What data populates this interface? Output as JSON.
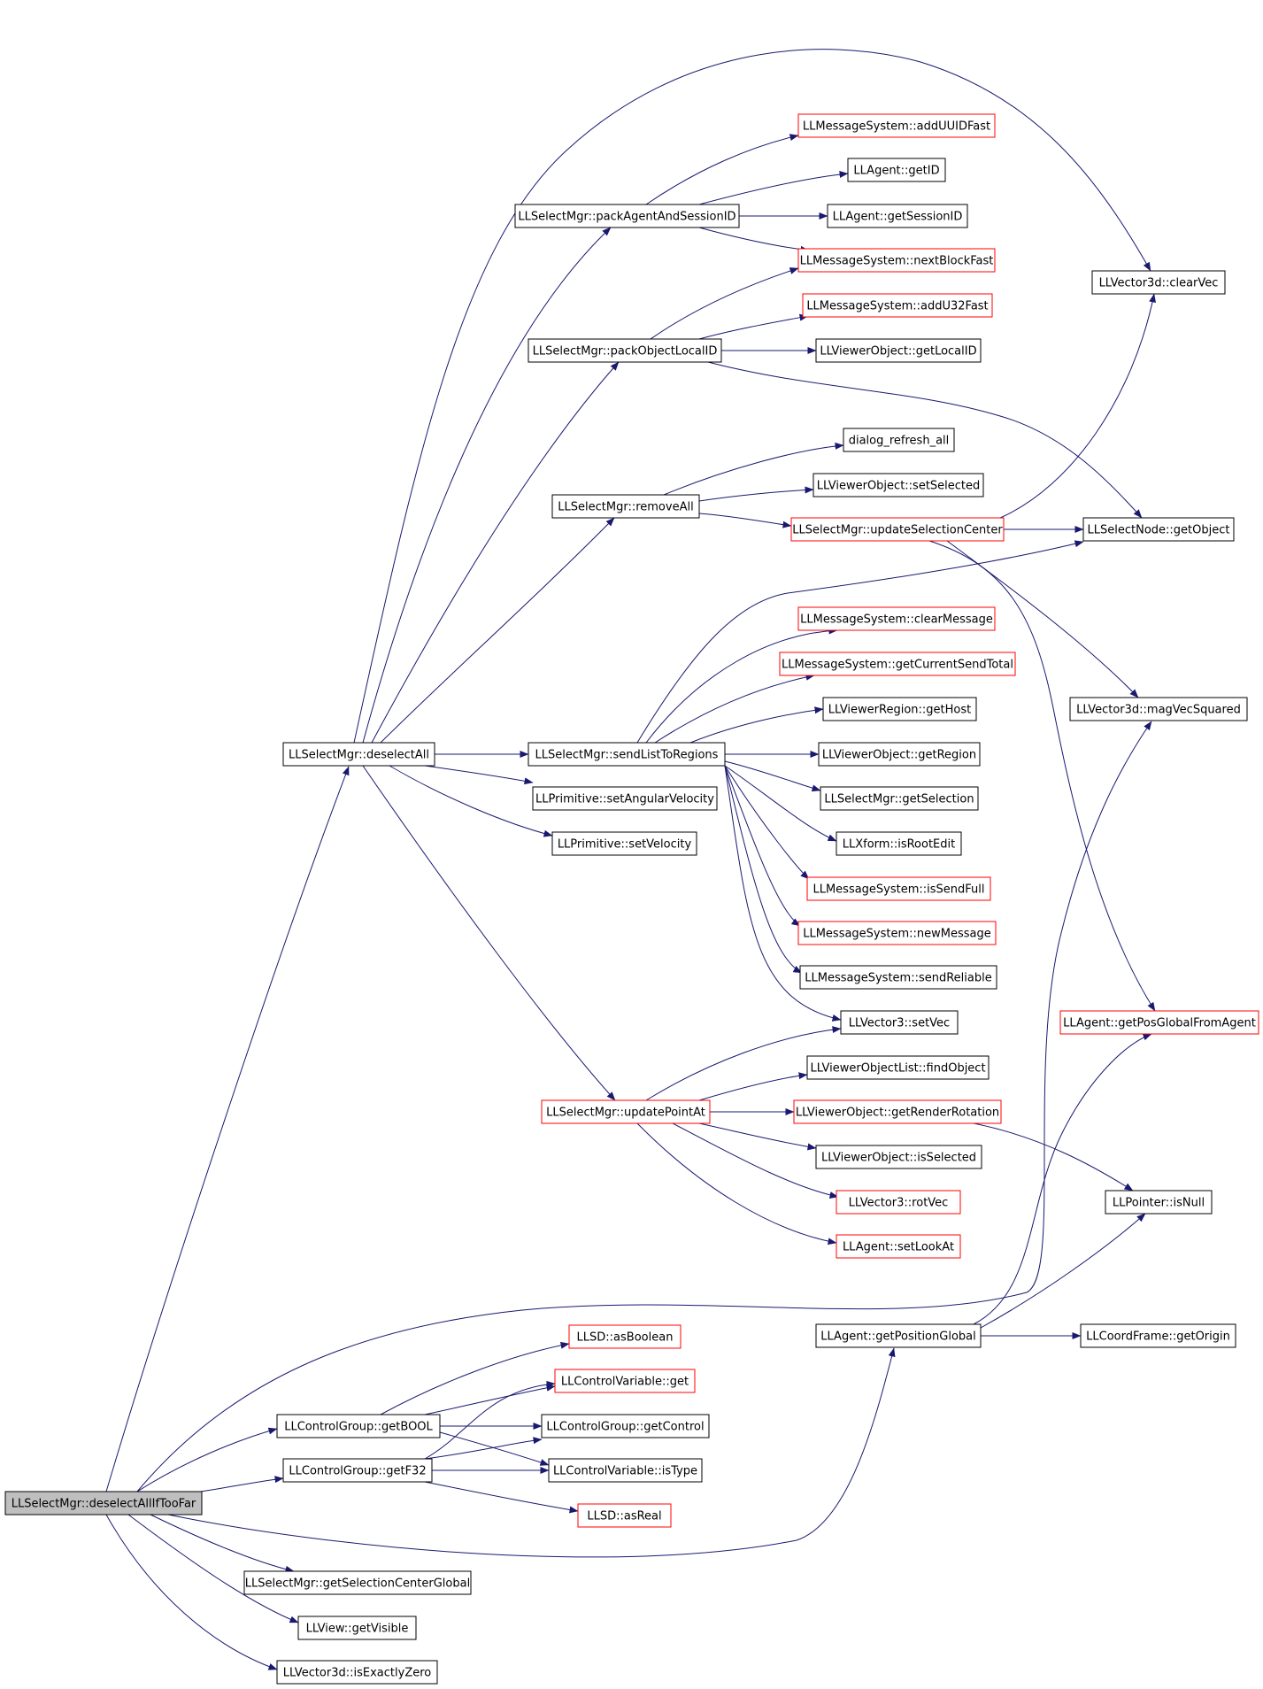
{
  "graph": {
    "colors": {
      "edge": "#191970",
      "node_border": "#000000",
      "node_border_red": "#ff0000",
      "root_fill": "#bfbfbf",
      "node_fill": "#ffffff",
      "text": "#000000"
    },
    "nodes": [
      {
        "id": "deselectAllIfTooFar",
        "label": "LLSelectMgr::deselectAllIfTooFar",
        "style": "root"
      },
      {
        "id": "deselectAll",
        "label": "LLSelectMgr::deselectAll",
        "style": "black"
      },
      {
        "id": "packAgentAndSessionID",
        "label": "LLSelectMgr::packAgentAndSessionID",
        "style": "black"
      },
      {
        "id": "packObjectLocalID",
        "label": "LLSelectMgr::packObjectLocalID",
        "style": "black"
      },
      {
        "id": "removeAll",
        "label": "LLSelectMgr::removeAll",
        "style": "black"
      },
      {
        "id": "sendListToRegions",
        "label": "LLSelectMgr::sendListToRegions",
        "style": "black"
      },
      {
        "id": "setAngularVelocity",
        "label": "LLPrimitive::setAngularVelocity",
        "style": "black"
      },
      {
        "id": "setVelocity",
        "label": "LLPrimitive::setVelocity",
        "style": "black"
      },
      {
        "id": "updatePointAt",
        "label": "LLSelectMgr::updatePointAt",
        "style": "red"
      },
      {
        "id": "addUUIDFast",
        "label": "LLMessageSystem::addUUIDFast",
        "style": "red"
      },
      {
        "id": "getID",
        "label": "LLAgent::getID",
        "style": "black"
      },
      {
        "id": "getSessionID",
        "label": "LLAgent::getSessionID",
        "style": "black"
      },
      {
        "id": "nextBlockFast",
        "label": "LLMessageSystem::nextBlockFast",
        "style": "red"
      },
      {
        "id": "addU32Fast",
        "label": "LLMessageSystem::addU32Fast",
        "style": "red"
      },
      {
        "id": "getLocalID",
        "label": "LLViewerObject::getLocalID",
        "style": "black"
      },
      {
        "id": "dialogRefreshAll",
        "label": "dialog_refresh_all",
        "style": "black"
      },
      {
        "id": "setSelected",
        "label": "LLViewerObject::setSelected",
        "style": "black"
      },
      {
        "id": "updateSelectionCenter",
        "label": "LLSelectMgr::updateSelectionCenter",
        "style": "red"
      },
      {
        "id": "clearMessage",
        "label": "LLMessageSystem::clearMessage",
        "style": "red"
      },
      {
        "id": "getCurrentSendTotal",
        "label": "LLMessageSystem::getCurrentSendTotal",
        "style": "red"
      },
      {
        "id": "getHost",
        "label": "LLViewerRegion::getHost",
        "style": "black"
      },
      {
        "id": "getRegion",
        "label": "LLViewerObject::getRegion",
        "style": "black"
      },
      {
        "id": "getSelection",
        "label": "LLSelectMgr::getSelection",
        "style": "black"
      },
      {
        "id": "isRootEdit",
        "label": "LLXform::isRootEdit",
        "style": "black"
      },
      {
        "id": "isSendFull",
        "label": "LLMessageSystem::isSendFull",
        "style": "red"
      },
      {
        "id": "newMessage",
        "label": "LLMessageSystem::newMessage",
        "style": "red"
      },
      {
        "id": "sendReliable",
        "label": "LLMessageSystem::sendReliable",
        "style": "black"
      },
      {
        "id": "setVec",
        "label": "LLVector3::setVec",
        "style": "black"
      },
      {
        "id": "findObject",
        "label": "LLViewerObjectList::findObject",
        "style": "black"
      },
      {
        "id": "getRenderRotation",
        "label": "LLViewerObject::getRenderRotation",
        "style": "red"
      },
      {
        "id": "isSelected",
        "label": "LLViewerObject::isSelected",
        "style": "black"
      },
      {
        "id": "rotVec",
        "label": "LLVector3::rotVec",
        "style": "red"
      },
      {
        "id": "setLookAt",
        "label": "LLAgent::setLookAt",
        "style": "red"
      },
      {
        "id": "clearVec",
        "label": "LLVector3d::clearVec",
        "style": "black"
      },
      {
        "id": "getObject",
        "label": "LLSelectNode::getObject",
        "style": "black"
      },
      {
        "id": "magVecSquared",
        "label": "LLVector3d::magVecSquared",
        "style": "black"
      },
      {
        "id": "getPosGlobalFromAgent",
        "label": "LLAgent::getPosGlobalFromAgent",
        "style": "red"
      },
      {
        "id": "isNull",
        "label": "LLPointer::isNull",
        "style": "black"
      },
      {
        "id": "getPositionGlobal",
        "label": "LLAgent::getPositionGlobal",
        "style": "black"
      },
      {
        "id": "getOrigin",
        "label": "LLCoordFrame::getOrigin",
        "style": "black"
      },
      {
        "id": "asBoolean",
        "label": "LLSD::asBoolean",
        "style": "red"
      },
      {
        "id": "controlVariableGet",
        "label": "LLControlVariable::get",
        "style": "red"
      },
      {
        "id": "getBOOL",
        "label": "LLControlGroup::getBOOL",
        "style": "black"
      },
      {
        "id": "getControl",
        "label": "LLControlGroup::getControl",
        "style": "black"
      },
      {
        "id": "getF32",
        "label": "LLControlGroup::getF32",
        "style": "black"
      },
      {
        "id": "isType",
        "label": "LLControlVariable::isType",
        "style": "black"
      },
      {
        "id": "asReal",
        "label": "LLSD::asReal",
        "style": "red"
      },
      {
        "id": "getSelectionCenterGlobal",
        "label": "LLSelectMgr::getSelectionCenterGlobal",
        "style": "black"
      },
      {
        "id": "getVisible",
        "label": "LLView::getVisible",
        "style": "black"
      },
      {
        "id": "isExactlyZero",
        "label": "LLVector3d::isExactlyZero",
        "style": "black"
      }
    ],
    "edges": [
      {
        "from": "deselectAllIfTooFar",
        "to": "deselectAll"
      },
      {
        "from": "deselectAllIfTooFar",
        "to": "magVecSquared"
      },
      {
        "from": "deselectAllIfTooFar",
        "to": "getBOOL"
      },
      {
        "from": "deselectAllIfTooFar",
        "to": "getF32"
      },
      {
        "from": "deselectAllIfTooFar",
        "to": "getPositionGlobal"
      },
      {
        "from": "deselectAllIfTooFar",
        "to": "getSelectionCenterGlobal"
      },
      {
        "from": "deselectAllIfTooFar",
        "to": "getVisible"
      },
      {
        "from": "deselectAllIfTooFar",
        "to": "isExactlyZero"
      },
      {
        "from": "deselectAll",
        "to": "clearVec"
      },
      {
        "from": "deselectAll",
        "to": "packAgentAndSessionID"
      },
      {
        "from": "deselectAll",
        "to": "packObjectLocalID"
      },
      {
        "from": "deselectAll",
        "to": "removeAll"
      },
      {
        "from": "deselectAll",
        "to": "sendListToRegions"
      },
      {
        "from": "deselectAll",
        "to": "setAngularVelocity"
      },
      {
        "from": "deselectAll",
        "to": "setVelocity"
      },
      {
        "from": "deselectAll",
        "to": "updatePointAt"
      },
      {
        "from": "packAgentAndSessionID",
        "to": "addUUIDFast"
      },
      {
        "from": "packAgentAndSessionID",
        "to": "getID"
      },
      {
        "from": "packAgentAndSessionID",
        "to": "getSessionID"
      },
      {
        "from": "packAgentAndSessionID",
        "to": "nextBlockFast"
      },
      {
        "from": "packObjectLocalID",
        "to": "nextBlockFast"
      },
      {
        "from": "packObjectLocalID",
        "to": "addU32Fast"
      },
      {
        "from": "packObjectLocalID",
        "to": "getLocalID"
      },
      {
        "from": "packObjectLocalID",
        "to": "getObject"
      },
      {
        "from": "removeAll",
        "to": "dialogRefreshAll"
      },
      {
        "from": "removeAll",
        "to": "setSelected"
      },
      {
        "from": "removeAll",
        "to": "updateSelectionCenter"
      },
      {
        "from": "updateSelectionCenter",
        "to": "clearVec"
      },
      {
        "from": "updateSelectionCenter",
        "to": "getObject"
      },
      {
        "from": "updateSelectionCenter",
        "to": "magVecSquared"
      },
      {
        "from": "updateSelectionCenter",
        "to": "getPosGlobalFromAgent"
      },
      {
        "from": "sendListToRegions",
        "to": "getObject"
      },
      {
        "from": "sendListToRegions",
        "to": "clearMessage"
      },
      {
        "from": "sendListToRegions",
        "to": "getCurrentSendTotal"
      },
      {
        "from": "sendListToRegions",
        "to": "getHost"
      },
      {
        "from": "sendListToRegions",
        "to": "getRegion"
      },
      {
        "from": "sendListToRegions",
        "to": "getSelection"
      },
      {
        "from": "sendListToRegions",
        "to": "isRootEdit"
      },
      {
        "from": "sendListToRegions",
        "to": "isSendFull"
      },
      {
        "from": "sendListToRegions",
        "to": "newMessage"
      },
      {
        "from": "sendListToRegions",
        "to": "sendReliable"
      },
      {
        "from": "sendListToRegions",
        "to": "setVec"
      },
      {
        "from": "updatePointAt",
        "to": "setVec"
      },
      {
        "from": "updatePointAt",
        "to": "findObject"
      },
      {
        "from": "updatePointAt",
        "to": "getRenderRotation"
      },
      {
        "from": "updatePointAt",
        "to": "isSelected"
      },
      {
        "from": "updatePointAt",
        "to": "rotVec"
      },
      {
        "from": "updatePointAt",
        "to": "setLookAt"
      },
      {
        "from": "getRenderRotation",
        "to": "isNull"
      },
      {
        "from": "getPositionGlobal",
        "to": "getPosGlobalFromAgent"
      },
      {
        "from": "getPositionGlobal",
        "to": "isNull"
      },
      {
        "from": "getPositionGlobal",
        "to": "getOrigin"
      },
      {
        "from": "getBOOL",
        "to": "asBoolean"
      },
      {
        "from": "getBOOL",
        "to": "controlVariableGet"
      },
      {
        "from": "getBOOL",
        "to": "getControl"
      },
      {
        "from": "getBOOL",
        "to": "isType"
      },
      {
        "from": "getF32",
        "to": "controlVariableGet"
      },
      {
        "from": "getF32",
        "to": "getControl"
      },
      {
        "from": "getF32",
        "to": "isType"
      },
      {
        "from": "getF32",
        "to": "asReal"
      }
    ]
  }
}
